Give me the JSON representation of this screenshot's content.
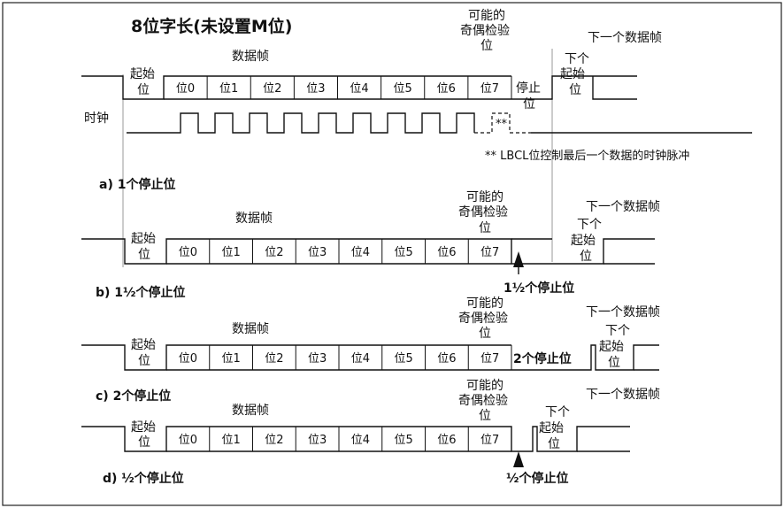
{
  "title": "8位字长(未设置M位)",
  "labels": {
    "start_bit": [
      "起始",
      "位"
    ],
    "data_frame": "数据帧",
    "parity": [
      "可能的",
      "奇偶检验",
      "位"
    ],
    "next_frame": "下一个数据帧",
    "next_start": [
      "下个",
      "起始",
      "位"
    ],
    "stop_bit": [
      "停止",
      "位"
    ],
    "clock": "时钟",
    "clock_note": "** LBCL位控制最后一个数据的时钟脉冲",
    "clock_mark": "**"
  },
  "bits": [
    "位0",
    "位1",
    "位2",
    "位3",
    "位4",
    "位5",
    "位6",
    "位7"
  ],
  "diagrams": [
    {
      "id": "a",
      "caption": "a) 1个停止位",
      "stop_label": ""
    },
    {
      "id": "b",
      "caption": "b) 1½个停止位",
      "stop_label": "1½个停止位"
    },
    {
      "id": "c",
      "caption": "c) 2个停止位",
      "stop_label": "2个停止位"
    },
    {
      "id": "d",
      "caption": "d) ½个停止位",
      "stop_label": "½个停止位"
    }
  ]
}
